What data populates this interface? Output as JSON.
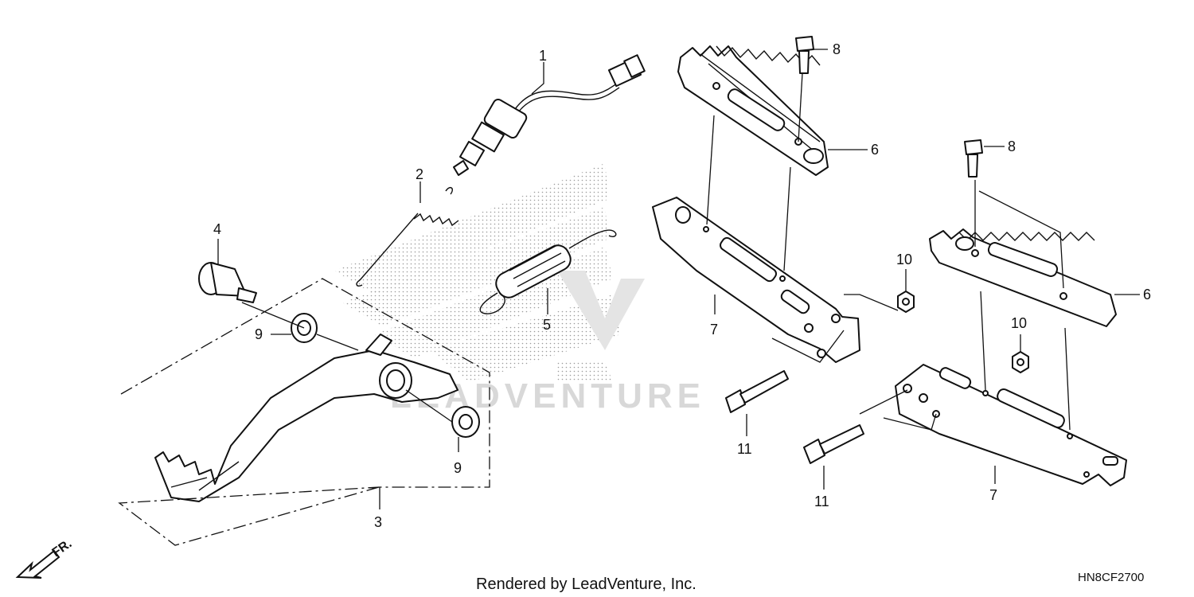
{
  "diagram": {
    "callouts": [
      {
        "id": "c1",
        "text": "1"
      },
      {
        "id": "c2",
        "text": "2"
      },
      {
        "id": "c3",
        "text": "3"
      },
      {
        "id": "c4",
        "text": "4"
      },
      {
        "id": "c5",
        "text": "5"
      },
      {
        "id": "c6a",
        "text": "6"
      },
      {
        "id": "c6b",
        "text": "6"
      },
      {
        "id": "c7a",
        "text": "7"
      },
      {
        "id": "c7b",
        "text": "7"
      },
      {
        "id": "c8a",
        "text": "8"
      },
      {
        "id": "c8b",
        "text": "8"
      },
      {
        "id": "c9a",
        "text": "9"
      },
      {
        "id": "c9b",
        "text": "9"
      },
      {
        "id": "c10a",
        "text": "10"
      },
      {
        "id": "c10b",
        "text": "10"
      },
      {
        "id": "c11a",
        "text": "11"
      },
      {
        "id": "c11b",
        "text": "11"
      }
    ],
    "front_marker": "FR.",
    "watermark": "LEADVENTURE",
    "footer": "Rendered by LeadVenture, Inc.",
    "diagram_code": "HN8CF2700"
  }
}
